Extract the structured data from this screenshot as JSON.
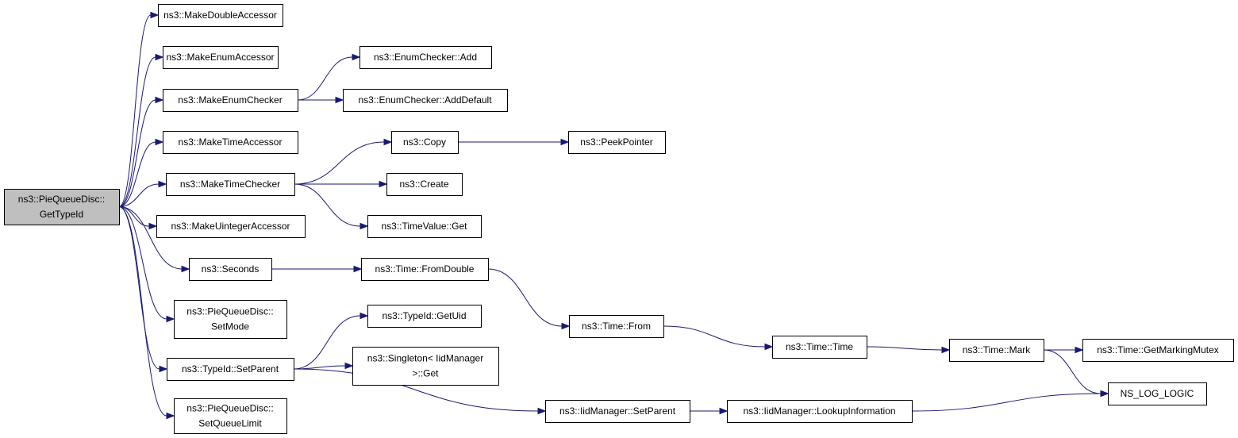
{
  "diagram": {
    "nodes": [
      {
        "id": "root",
        "lines": [
          "ns3::PieQueueDisc::",
          "GetTypeId"
        ],
        "highlight": true
      },
      {
        "id": "mkdbl",
        "lines": [
          "ns3::MakeDoubleAccessor"
        ]
      },
      {
        "id": "mkenumacc",
        "lines": [
          "ns3::MakeEnumAccessor"
        ]
      },
      {
        "id": "mkenumchk",
        "lines": [
          "ns3::MakeEnumChecker"
        ]
      },
      {
        "id": "mktimeacc",
        "lines": [
          "ns3::MakeTimeAccessor"
        ]
      },
      {
        "id": "mktimechk",
        "lines": [
          "ns3::MakeTimeChecker"
        ]
      },
      {
        "id": "mkuint",
        "lines": [
          "ns3::MakeUintegerAccessor"
        ]
      },
      {
        "id": "seconds",
        "lines": [
          "ns3::Seconds"
        ]
      },
      {
        "id": "setmode",
        "lines": [
          "ns3::PieQueueDisc::",
          "SetMode"
        ]
      },
      {
        "id": "tidsetparent",
        "lines": [
          "ns3::TypeId::SetParent"
        ]
      },
      {
        "id": "setqlimit",
        "lines": [
          "ns3::PieQueueDisc::",
          "SetQueueLimit"
        ]
      },
      {
        "id": "enumadd",
        "lines": [
          "ns3::EnumChecker::Add"
        ]
      },
      {
        "id": "enumadddef",
        "lines": [
          "ns3::EnumChecker::AddDefault"
        ]
      },
      {
        "id": "copy",
        "lines": [
          "ns3::Copy"
        ]
      },
      {
        "id": "create",
        "lines": [
          "ns3::Create"
        ]
      },
      {
        "id": "timevalget",
        "lines": [
          "ns3::TimeValue::Get"
        ]
      },
      {
        "id": "fromdouble",
        "lines": [
          "ns3::Time::FromDouble"
        ]
      },
      {
        "id": "getuid",
        "lines": [
          "ns3::TypeId::GetUid"
        ]
      },
      {
        "id": "singleton",
        "lines": [
          "ns3::Singleton< IidManager",
          ">::Get"
        ]
      },
      {
        "id": "iidsetparent",
        "lines": [
          "ns3::IidManager::SetParent"
        ]
      },
      {
        "id": "peekptr",
        "lines": [
          "ns3::PeekPointer"
        ]
      },
      {
        "id": "timefrom",
        "lines": [
          "ns3::Time::From"
        ]
      },
      {
        "id": "timetime",
        "lines": [
          "ns3::Time::Time"
        ]
      },
      {
        "id": "lookupinfo",
        "lines": [
          "ns3::IidManager::LookupInformation"
        ]
      },
      {
        "id": "timemark",
        "lines": [
          "ns3::Time::Mark"
        ]
      },
      {
        "id": "getmarkmutex",
        "lines": [
          "ns3::Time::GetMarkingMutex"
        ]
      },
      {
        "id": "nslog",
        "lines": [
          "NS_LOG_LOGIC"
        ]
      }
    ],
    "edges": [
      [
        "root",
        "mkdbl"
      ],
      [
        "root",
        "mkenumacc"
      ],
      [
        "root",
        "mkenumchk"
      ],
      [
        "root",
        "mktimeacc"
      ],
      [
        "root",
        "mktimechk"
      ],
      [
        "root",
        "mkuint"
      ],
      [
        "root",
        "seconds"
      ],
      [
        "root",
        "setmode"
      ],
      [
        "root",
        "tidsetparent"
      ],
      [
        "root",
        "setqlimit"
      ],
      [
        "mkenumchk",
        "enumadd"
      ],
      [
        "mkenumchk",
        "enumadddef"
      ],
      [
        "mktimechk",
        "copy"
      ],
      [
        "mktimechk",
        "create"
      ],
      [
        "mktimechk",
        "timevalget"
      ],
      [
        "copy",
        "peekptr"
      ],
      [
        "seconds",
        "fromdouble"
      ],
      [
        "fromdouble",
        "timefrom"
      ],
      [
        "timefrom",
        "timetime"
      ],
      [
        "timetime",
        "timemark"
      ],
      [
        "timemark",
        "getmarkmutex"
      ],
      [
        "timemark",
        "nslog"
      ],
      [
        "tidsetparent",
        "getuid"
      ],
      [
        "tidsetparent",
        "singleton"
      ],
      [
        "tidsetparent",
        "iidsetparent"
      ],
      [
        "iidsetparent",
        "lookupinfo"
      ],
      [
        "lookupinfo",
        "nslog"
      ]
    ]
  }
}
